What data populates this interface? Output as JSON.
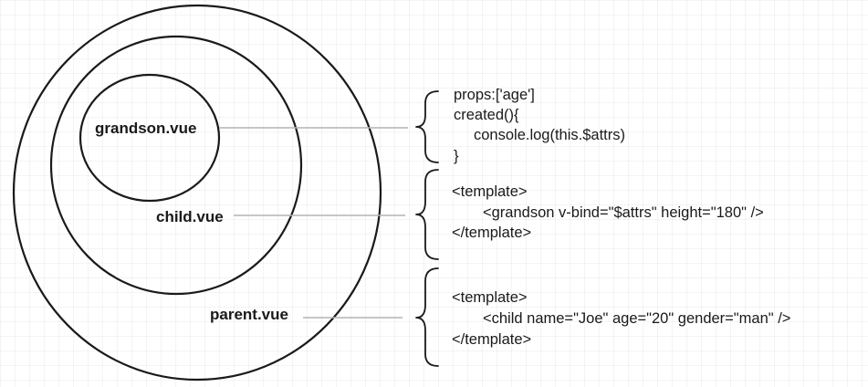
{
  "components": [
    {
      "id": "parent",
      "label": "parent.vue",
      "code": [
        "<template>",
        "<child name=\"Joe\" age=\"20\" gender=\"man\" />",
        "</template>"
      ]
    },
    {
      "id": "child",
      "label": "child.vue",
      "code": [
        "<template>",
        "<grandson v-bind=\"$attrs\" height=\"180\" />",
        "</template>"
      ]
    },
    {
      "id": "grandson",
      "label": "grandson.vue",
      "code": [
        "props:['age']",
        "created(){",
        "console.log(this.$attrs)",
        "}"
      ]
    }
  ],
  "colors": {
    "stroke": "#1a1a1a",
    "connector": "#b3b3b3",
    "text": "#1a1a1a",
    "background": "#ffffff"
  }
}
